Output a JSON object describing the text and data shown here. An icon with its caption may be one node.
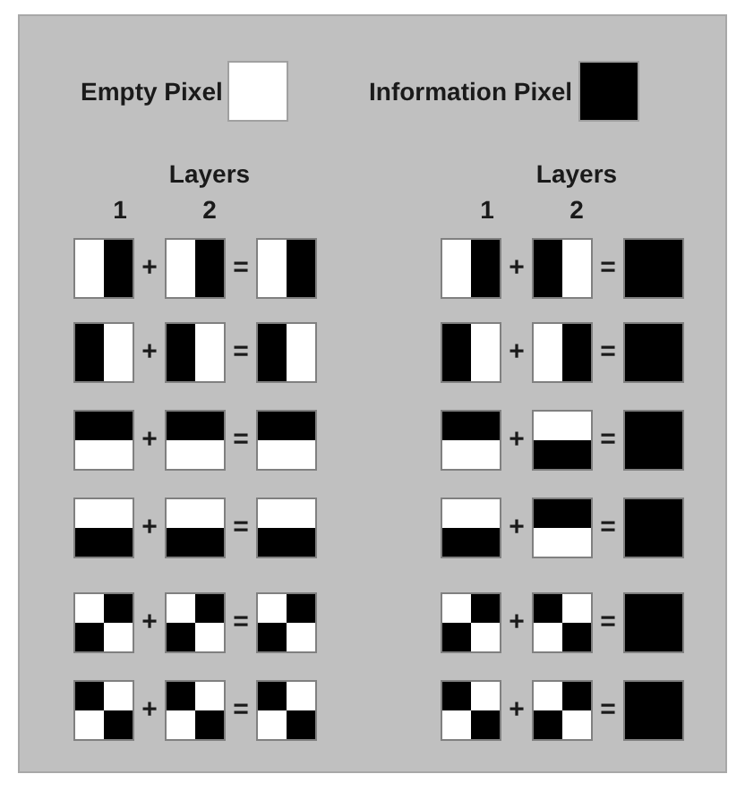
{
  "diagram": {
    "labels": [
      "Layers",
      "Layers",
      "1",
      "2",
      "1",
      "2",
      "+",
      "=",
      "+",
      "=",
      "+",
      "=",
      "+",
      "=",
      "+",
      "=",
      "+",
      "=",
      "+",
      "=",
      "+",
      "=",
      "+",
      "=",
      "+",
      "=",
      "+",
      "=",
      "+",
      "="
    ],
    "legend": [
      {
        "text": "Empty Pixel",
        "color": "#ffffff"
      },
      {
        "text": "Information Pixel",
        "color": "#000000"
      }
    ]
  }
}
